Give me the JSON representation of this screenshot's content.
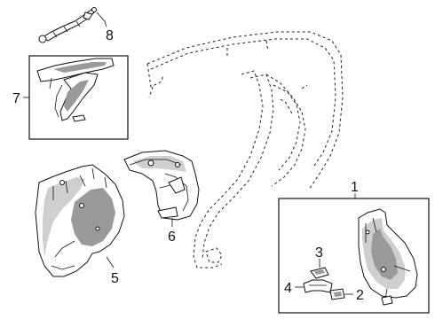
{
  "callouts": {
    "part1": "1",
    "part2": "2",
    "part3": "3",
    "part4": "4",
    "part5": "5",
    "part6": "6",
    "part7": "7",
    "part8": "8"
  }
}
